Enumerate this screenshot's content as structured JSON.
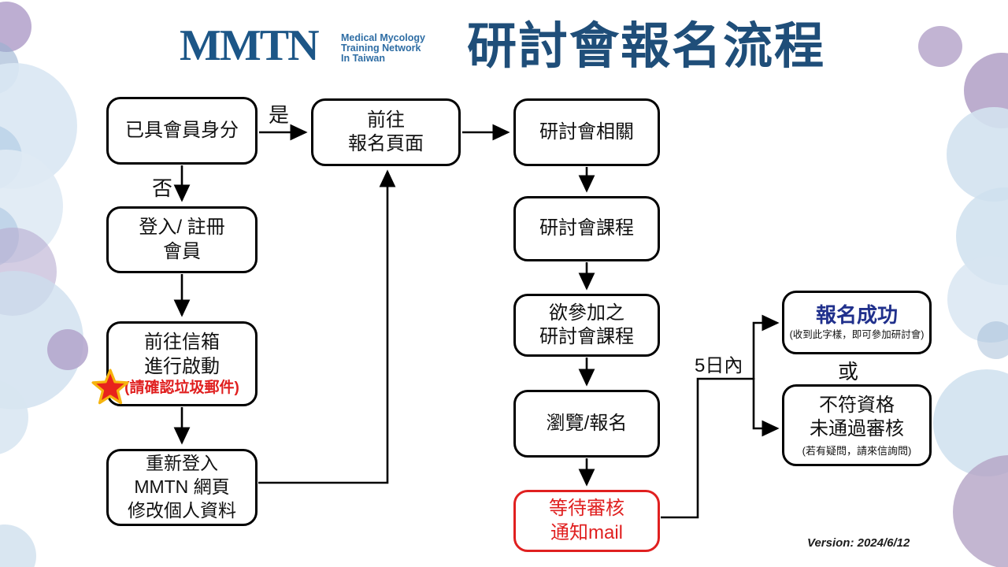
{
  "header": {
    "logo_text": "MMTN",
    "logo_sub1": "Medical Mycology",
    "logo_sub2": "Training Network",
    "logo_sub3": "In Taiwan",
    "title": "研討會報名流程"
  },
  "labels": {
    "yes": "是",
    "no": "否",
    "within_days": "5日內",
    "or": "或"
  },
  "boxes": {
    "member_check": {
      "text": "已具會員身分"
    },
    "login_register": {
      "text": "登入/ 註冊\n會員"
    },
    "mailbox_activate": {
      "text": "前往信箱\n進行啟動",
      "note": "(請確認垃圾郵件)"
    },
    "relogin": {
      "text": "重新登入\nMMTN 網頁\n修改個人資料"
    },
    "goto_registration": {
      "text": "前往\n報名頁面"
    },
    "seminar_related": {
      "text": "研討會相關"
    },
    "seminar_courses": {
      "text": "研討會課程"
    },
    "desired_courses": {
      "text": "欲參加之\n研討會課程"
    },
    "browse_register": {
      "text": "瀏覽/報名"
    },
    "wait_review": {
      "text": "等待審核\n通知mail"
    },
    "success": {
      "title": "報名成功",
      "note": "(收到此字樣，即可參加研討會)"
    },
    "rejected": {
      "text": "不符資格\n未通過審核",
      "note": "(若有疑問，請來信詢問)"
    }
  },
  "footer": {
    "version": "Version: 2024/6/12"
  },
  "colors": {
    "title_blue": "#1F4E79",
    "logo_blue": "#1C5687",
    "logo_sub_blue": "#2E6DA4",
    "success_navy": "#20308C",
    "alert_red": "#E02020",
    "line_black": "#000000",
    "star_red": "#E8221C",
    "star_gold": "#F6B40E"
  }
}
